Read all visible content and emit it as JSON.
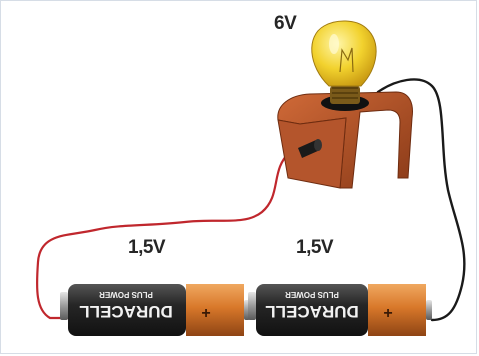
{
  "labels": {
    "bulb_voltage": "6V",
    "battery1_voltage": "1,5V",
    "battery2_voltage": "1,5V"
  },
  "batteries": [
    {
      "brand": "DURACELL",
      "subtitle": "PLUS POWER",
      "polarity": "+"
    },
    {
      "brand": "DURACELL",
      "subtitle": "PLUS POWER",
      "polarity": "+"
    }
  ],
  "colors": {
    "wire_red": "#c0272d",
    "wire_black": "#1a1a1a",
    "battery_body": "#2b2b2b",
    "battery_copper": "#d8782a",
    "holder": "#b4552c",
    "bulb_glass": "#f2d22e"
  }
}
